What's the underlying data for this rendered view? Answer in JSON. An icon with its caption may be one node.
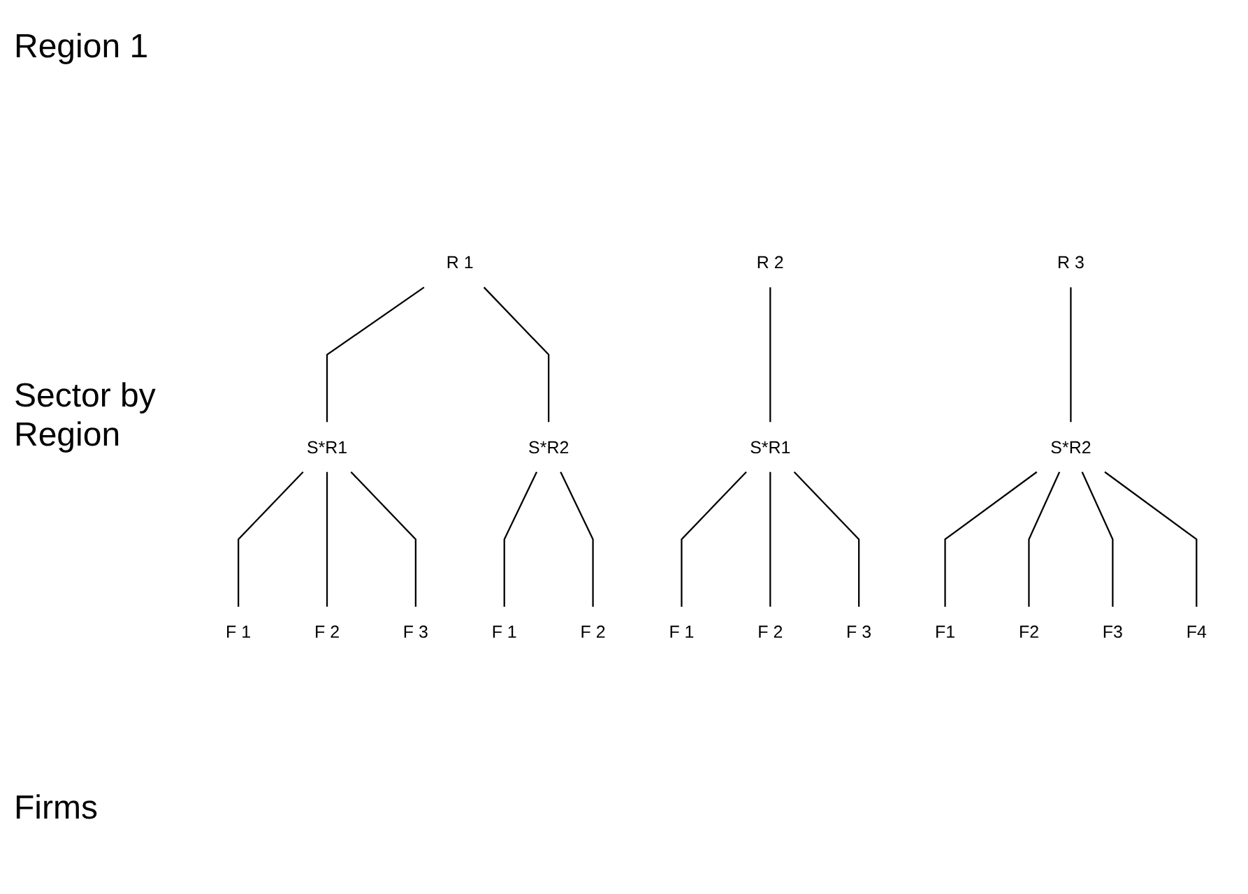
{
  "diagram": {
    "nodes": [
      {
        "text": [
          "R 1"
        ]
      },
      {
        "text": [
          "R 2"
        ]
      },
      {
        "text": [
          "R 3"
        ]
      },
      {
        "text": [
          "S*R1"
        ]
      },
      {
        "text": [
          "S*R2"
        ]
      },
      {
        "text": [
          "S*R1"
        ]
      },
      {
        "text": [
          "S*R2"
        ]
      },
      {
        "text": [
          "F 1"
        ]
      },
      {
        "text": [
          "F 2"
        ]
      },
      {
        "text": [
          "F 3"
        ]
      },
      {
        "text": [
          "F 1"
        ]
      },
      {
        "text": [
          "F 2"
        ]
      },
      {
        "text": [
          "F 1"
        ]
      },
      {
        "text": [
          "F 2"
        ]
      },
      {
        "text": [
          "F 3"
        ]
      },
      {
        "text": [
          "F1"
        ]
      },
      {
        "text": [
          "F2"
        ]
      },
      {
        "text": [
          "F3"
        ]
      },
      {
        "text": [
          "F4"
        ]
      }
    ],
    "edges": [
      {
        "from": 0,
        "to": 3,
        "arrow": "none"
      },
      {
        "from": 0,
        "to": 4,
        "arrow": "none"
      },
      {
        "from": 1,
        "to": 5,
        "arrow": "none"
      },
      {
        "from": 2,
        "to": 6,
        "arrow": "none"
      },
      {
        "from": 3,
        "to": 7,
        "arrow": "none"
      },
      {
        "from": 3,
        "to": 8,
        "arrow": "none"
      },
      {
        "from": 3,
        "to": 9,
        "arrow": "none"
      },
      {
        "from": 4,
        "to": 10,
        "arrow": "none"
      },
      {
        "from": 4,
        "to": 11,
        "arrow": "none"
      },
      {
        "from": 5,
        "to": 12,
        "arrow": "none"
      },
      {
        "from": 5,
        "to": 13,
        "arrow": "none"
      },
      {
        "from": 5,
        "to": 14,
        "arrow": "none"
      },
      {
        "from": 6,
        "to": 15,
        "arrow": "none"
      },
      {
        "from": 6,
        "to": 16,
        "arrow": "none"
      },
      {
        "from": 6,
        "to": 17,
        "arrow": "none"
      },
      {
        "from": 6,
        "to": 18,
        "arrow": "none"
      }
    ],
    "labels": [
      "Region 1",
      "Sector by Region",
      "Firms"
    ]
  }
}
